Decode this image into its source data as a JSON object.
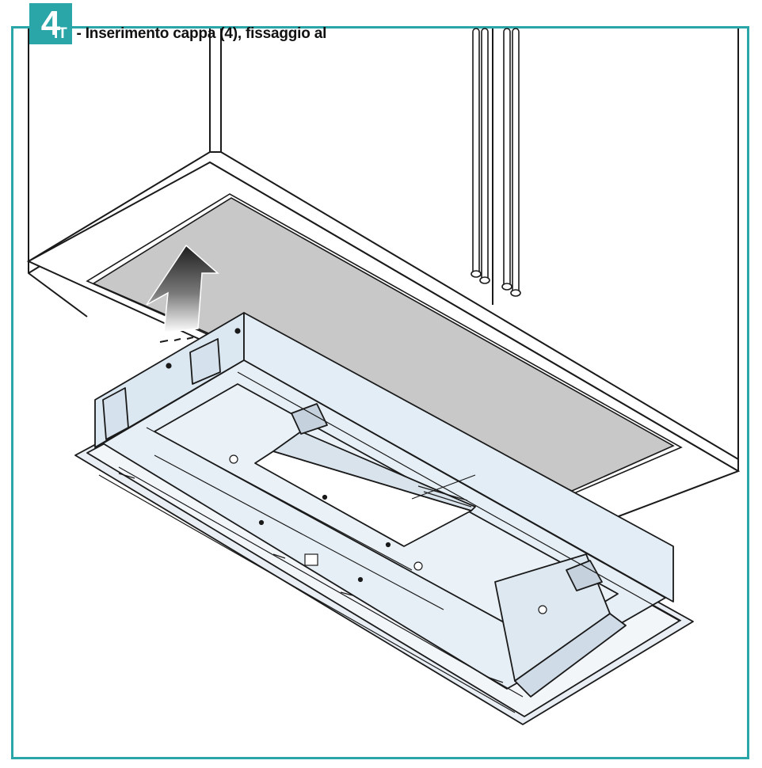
{
  "step": {
    "number": "4",
    "lang_code": "IT",
    "caption": "- Inserimento cappa (4), fissaggio al"
  },
  "colors": {
    "accent": "#2aa6a9",
    "hood_fill": "#e2edf5",
    "cutout_fill": "#c8c8c8",
    "outline": "#1a1a1a"
  },
  "icons": {
    "arrow": "up-arrow-icon"
  }
}
